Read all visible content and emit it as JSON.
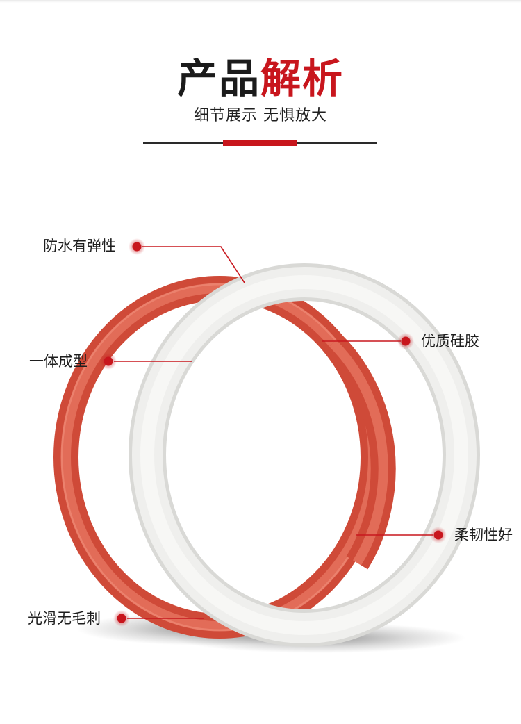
{
  "header": {
    "title_dark": "产品",
    "title_red": "解析",
    "subtitle": "细节展示 无惧放大"
  },
  "colors": {
    "accent": "#c8161d",
    "red_ring": "#d9543f",
    "white_ring": "#f1f1ef"
  },
  "features": {
    "waterproof": "防水有弹性",
    "one_piece": "一体成型",
    "smooth": "光滑无毛刺",
    "silicone": "优质硅胶",
    "flexible": "柔韧性好"
  }
}
